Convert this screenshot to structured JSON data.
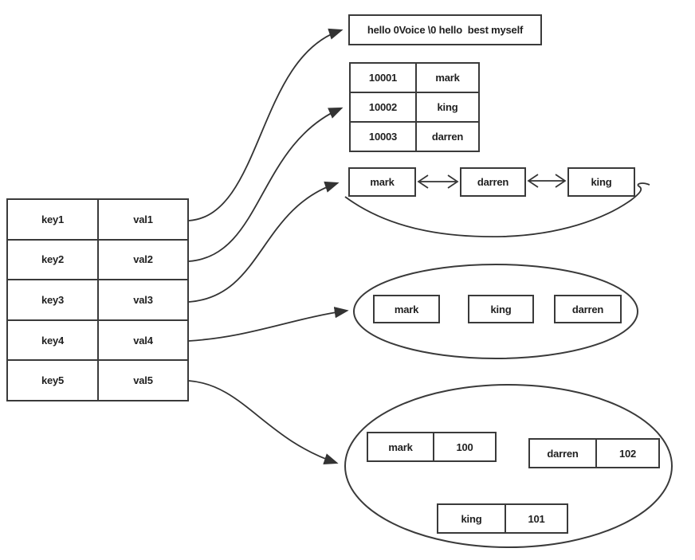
{
  "colors": {
    "stroke": "#3a3a3a",
    "arrow": "#333333",
    "background": "#ffffff",
    "text": "#1f1f1f"
  },
  "kv_table": {
    "rows": [
      {
        "key": "key1",
        "val": "val1"
      },
      {
        "key": "key2",
        "val": "val2"
      },
      {
        "key": "key3",
        "val": "val3"
      },
      {
        "key": "key4",
        "val": "val4"
      },
      {
        "key": "key5",
        "val": "val5"
      }
    ]
  },
  "string_box": {
    "text": "hello 0Voice \\0 hello  best myself"
  },
  "hash_table": {
    "rows": [
      {
        "field": "10001",
        "value": "mark"
      },
      {
        "field": "10002",
        "value": "king"
      },
      {
        "field": "10003",
        "value": "darren"
      }
    ]
  },
  "linked_list": {
    "nodes": [
      "mark",
      "darren",
      "king"
    ]
  },
  "set_ellipse": {
    "members": [
      "mark",
      "king",
      "darren"
    ]
  },
  "zset_ellipse": {
    "entries": [
      {
        "member": "mark",
        "score": "100"
      },
      {
        "member": "darren",
        "score": "102"
      },
      {
        "member": "king",
        "score": "101"
      }
    ]
  }
}
